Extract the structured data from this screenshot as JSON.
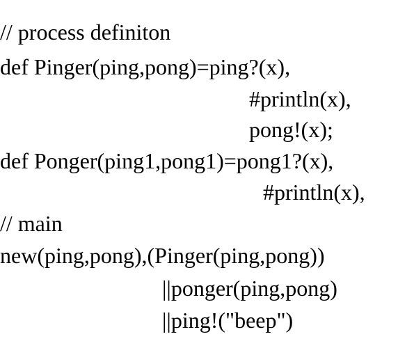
{
  "code": {
    "lines": [
      "// process definiton",
      "def Pinger(ping,pong)=ping?(x),",
      "#println(x),",
      "pong!(x);",
      "def Ponger(ping1,pong1)=pong1?(x),",
      "#println(x),",
      "// main",
      "new(ping,pong),(Pinger(ping,pong))",
      "||ponger(ping,pong)",
      "||ping!(\"beep\")"
    ]
  }
}
